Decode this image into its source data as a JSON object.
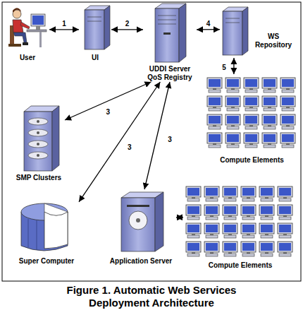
{
  "diagram": {
    "caption": "Figure 1. Automatic Web Services Deployment Architecture",
    "nodes": [
      {
        "text": [
          "User"
        ]
      },
      {
        "text": [
          "UI"
        ]
      },
      {
        "text": [
          "UDDI Server QoS Registry"
        ]
      },
      {
        "text": [
          "WS Repository"
        ]
      },
      {
        "text": [
          "Compute Elements"
        ]
      },
      {
        "text": [
          "SMP Clusters"
        ]
      },
      {
        "text": [
          "Super Computer"
        ]
      },
      {
        "text": [
          "Application Server"
        ]
      },
      {
        "text": [
          "Compute Elements"
        ]
      }
    ],
    "edges": [
      {
        "from": 0,
        "to": 1,
        "label": "1",
        "arrow": "both"
      },
      {
        "from": 1,
        "to": 2,
        "label": "2",
        "arrow": "both"
      },
      {
        "from": 2,
        "to": 3,
        "label": "4",
        "arrow": "both"
      },
      {
        "from": 3,
        "to": 4,
        "label": "5",
        "arrow": "both"
      },
      {
        "from": 2,
        "to": 5,
        "label": "3",
        "arrow": "both"
      },
      {
        "from": 2,
        "to": 6,
        "label": "3",
        "arrow": "both"
      },
      {
        "from": 2,
        "to": 7,
        "label": "3",
        "arrow": "both"
      },
      {
        "from": 7,
        "to": 8,
        "arrow": "both"
      }
    ]
  }
}
